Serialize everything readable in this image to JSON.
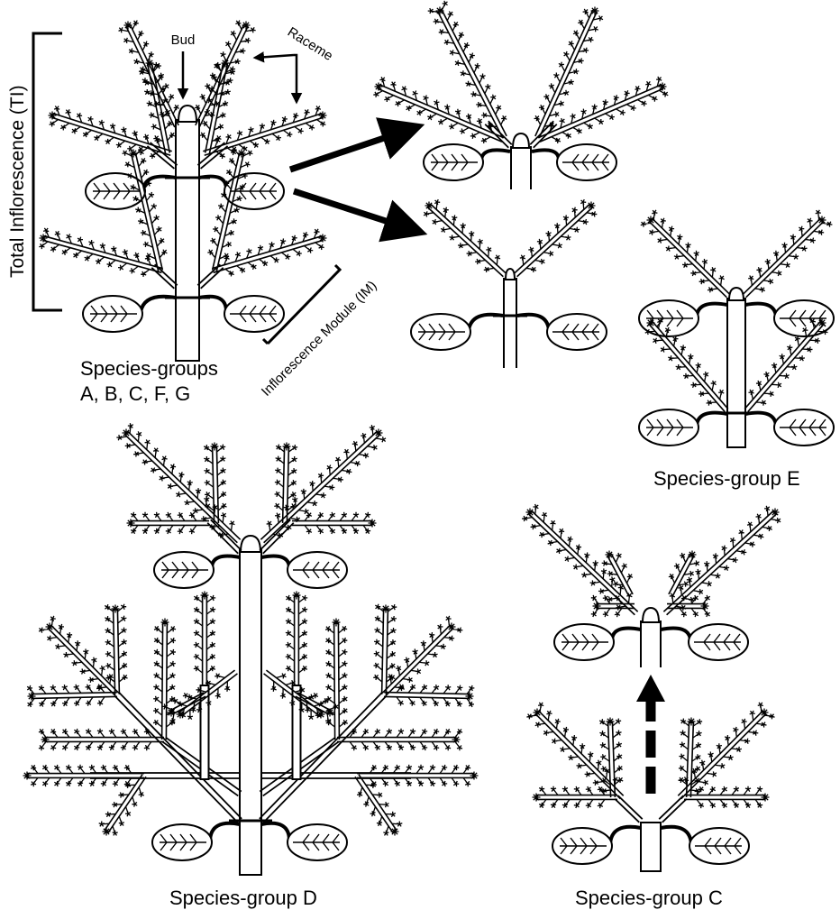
{
  "labels": {
    "bud": "Bud",
    "raceme": "Raceme",
    "total_inflorescence": "Total Inflorescence (TI)",
    "inflorescence_module": "Inflorescence Module (IM)",
    "species_groups_line1": "Species-groups",
    "species_groups_line2": "A, B, C, F, G",
    "species_group_e": "Species-group E",
    "species_group_d": "Species-group D",
    "species_group_c": "Species-group C"
  }
}
